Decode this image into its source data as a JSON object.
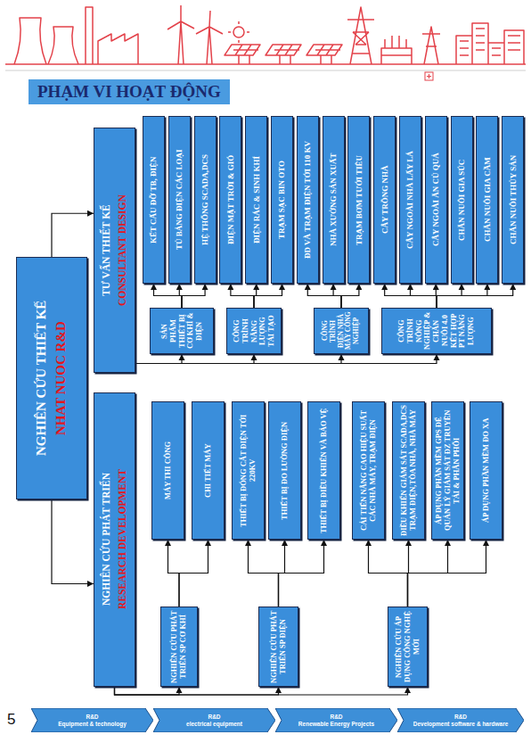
{
  "diagram": {
    "title": "PHẠM VI HOẠT ĐỘNG",
    "nodes": [
      {
        "text": [
          "NGHIÊN CỨU THIẾT KẾ",
          "NHAT NUOC R&D"
        ]
      },
      {
        "text": [
          "TƯ VẤN THIẾT KẾ",
          "CONSULTANT DESIGN"
        ]
      },
      {
        "text": [
          "KẾT CẤU ĐỠ TB, ĐIỆN"
        ]
      },
      {
        "text": [
          "TỦ BẢNG ĐIỆN CÁC LOẠI"
        ]
      },
      {
        "text": [
          "HỆ THỐNG SCADA,DCS"
        ]
      },
      {
        "text": [
          "ĐIỆN MẶT TRỜI & GIÓ"
        ]
      },
      {
        "text": [
          "ĐIỆN RÁC & SINH KHÍ"
        ]
      },
      {
        "text": [
          "TRẠM SẠC BIN OTO"
        ]
      },
      {
        "text": [
          "ĐD VÀ TRẠM ĐIỆN TỚI 110 KV"
        ]
      },
      {
        "text": [
          "NHÀ XƯỞNG SẢN XUẤT"
        ]
      },
      {
        "text": [
          "TRẠM BƠM TƯỚI TIÊU"
        ]
      },
      {
        "text": [
          "CÂY TRỒNG NHÀ"
        ]
      },
      {
        "text": [
          "CÂY NGOÀI NHÀ LẤY LÁ"
        ]
      },
      {
        "text": [
          "CÂY NGOÀI ĂN CỦ QUẢ"
        ]
      },
      {
        "text": [
          "CHĂN NUÔI GIA SÚC"
        ]
      },
      {
        "text": [
          "CHĂN NUÔI GIA CẦM"
        ]
      },
      {
        "text": [
          "CHĂN NUÔI THỦY SẢN"
        ]
      },
      {
        "text": [
          "SẢN PHẨM THIẾT BỊ CƠ KHÍ & ĐIỆN"
        ]
      },
      {
        "text": [
          "CÔNG TRÌNH NĂNG LƯỢNG TÁI TẠO"
        ]
      },
      {
        "text": [
          "CÔNG TRÌNH ĐIỆN NHÀ MÁY CÔNG NGHIỆP"
        ]
      },
      {
        "text": [
          "CÔNG TRÌNH NÔNG NGHIỆP & CHĂN NUÔI 4.0 KẾT HỢP PT NĂNG LƯỢNG"
        ]
      },
      {
        "text": [
          "NGHIÊN CỨU PHÁT TRIỂN",
          "RESEARCH DEVELOPMENT"
        ]
      },
      {
        "text": [
          "MÁY THI CÔNG"
        ]
      },
      {
        "text": [
          "CHI TIẾT MÁY"
        ]
      },
      {
        "text": [
          "THIẾT BỊ ĐÓNG CẮT ĐIỆN TỚI 220KV"
        ]
      },
      {
        "text": [
          "THIẾT BỊ ĐO LƯỜNG ĐIỆN"
        ]
      },
      {
        "text": [
          "THIẾT BỊ ĐIỀU KHIỂN VÀ BẢO VỆ"
        ]
      },
      {
        "text": [
          "CẢI TIẾN NÂNG CAO HIỆU SUẤT CÁC NHÀ MÁY, TRẠM ĐIỆN"
        ]
      },
      {
        "text": [
          "ĐIỀU KHIỂN GIÁM SÁT SCADA,DCS TRẠM ĐIỆN,TÒA NHÀ, NHÀ MÁY"
        ]
      },
      {
        "text": [
          "ÁP DỤNG PHẦN MỀM GPS ĐỂ QUẢN LÝ GIÁM SÁT ĐZ TRUYỀN TẢI & PHÂN PHỐI"
        ]
      },
      {
        "text": [
          "ÁP DỤNG PHẦN MỀM ĐO XA"
        ]
      },
      {
        "text": [
          "NGHIÊN CỨU PHÁT TRIỂN SP CƠ KHÍ"
        ]
      },
      {
        "text": [
          "NGHIÊN CỨU PHÁT TRIỂN SP ĐIỆN"
        ]
      },
      {
        "text": [
          "NGHIÊN CỨU ÁP DỤNG CÔNG NGHỆ MỚI"
        ]
      },
      {
        "text": [
          "R&D",
          "Equipment & technology"
        ]
      },
      {
        "text": [
          "R&D",
          "electrical equipment"
        ]
      },
      {
        "text": [
          "R&D",
          "Renewable Energy Projects"
        ]
      },
      {
        "text": [
          "R&D",
          "Development software & hardware"
        ]
      }
    ],
    "edges": [
      {
        "from": 0,
        "to": 1,
        "arrow": "to"
      },
      {
        "from": 0,
        "to": 21,
        "arrow": "to"
      },
      {
        "from": 1,
        "to": 17,
        "arrow": "to"
      },
      {
        "from": 1,
        "to": 18,
        "arrow": "to"
      },
      {
        "from": 1,
        "to": 19,
        "arrow": "to"
      },
      {
        "from": 1,
        "to": 20,
        "arrow": "to"
      },
      {
        "from": 17,
        "to": 2,
        "arrow": "to"
      },
      {
        "from": 17,
        "to": 3,
        "arrow": "to"
      },
      {
        "from": 17,
        "to": 4,
        "arrow": "to"
      },
      {
        "from": 18,
        "to": 5,
        "arrow": "to"
      },
      {
        "from": 18,
        "to": 6,
        "arrow": "to"
      },
      {
        "from": 18,
        "to": 7,
        "arrow": "to"
      },
      {
        "from": 19,
        "to": 8,
        "arrow": "to"
      },
      {
        "from": 19,
        "to": 9,
        "arrow": "to"
      },
      {
        "from": 19,
        "to": 10,
        "arrow": "to"
      },
      {
        "from": 20,
        "to": 11,
        "arrow": "to"
      },
      {
        "from": 20,
        "to": 12,
        "arrow": "to"
      },
      {
        "from": 20,
        "to": 13,
        "arrow": "to"
      },
      {
        "from": 20,
        "to": 14,
        "arrow": "to"
      },
      {
        "from": 20,
        "to": 15,
        "arrow": "to"
      },
      {
        "from": 20,
        "to": 16,
        "arrow": "to"
      },
      {
        "from": 21,
        "to": 31,
        "arrow": "to"
      },
      {
        "from": 21,
        "to": 32,
        "arrow": "to"
      },
      {
        "from": 21,
        "to": 33,
        "arrow": "to"
      },
      {
        "from": 31,
        "to": 22,
        "arrow": "to"
      },
      {
        "from": 31,
        "to": 23,
        "arrow": "to"
      },
      {
        "from": 32,
        "to": 24,
        "arrow": "to"
      },
      {
        "from": 32,
        "to": 25,
        "arrow": "to"
      },
      {
        "from": 32,
        "to": 26,
        "arrow": "to"
      },
      {
        "from": 33,
        "to": 27,
        "arrow": "to"
      },
      {
        "from": 33,
        "to": 28,
        "arrow": "to"
      },
      {
        "from": 33,
        "to": 29,
        "arrow": "to"
      },
      {
        "from": 33,
        "to": 30,
        "arrow": "to"
      }
    ],
    "labels": [
      "5"
    ]
  }
}
